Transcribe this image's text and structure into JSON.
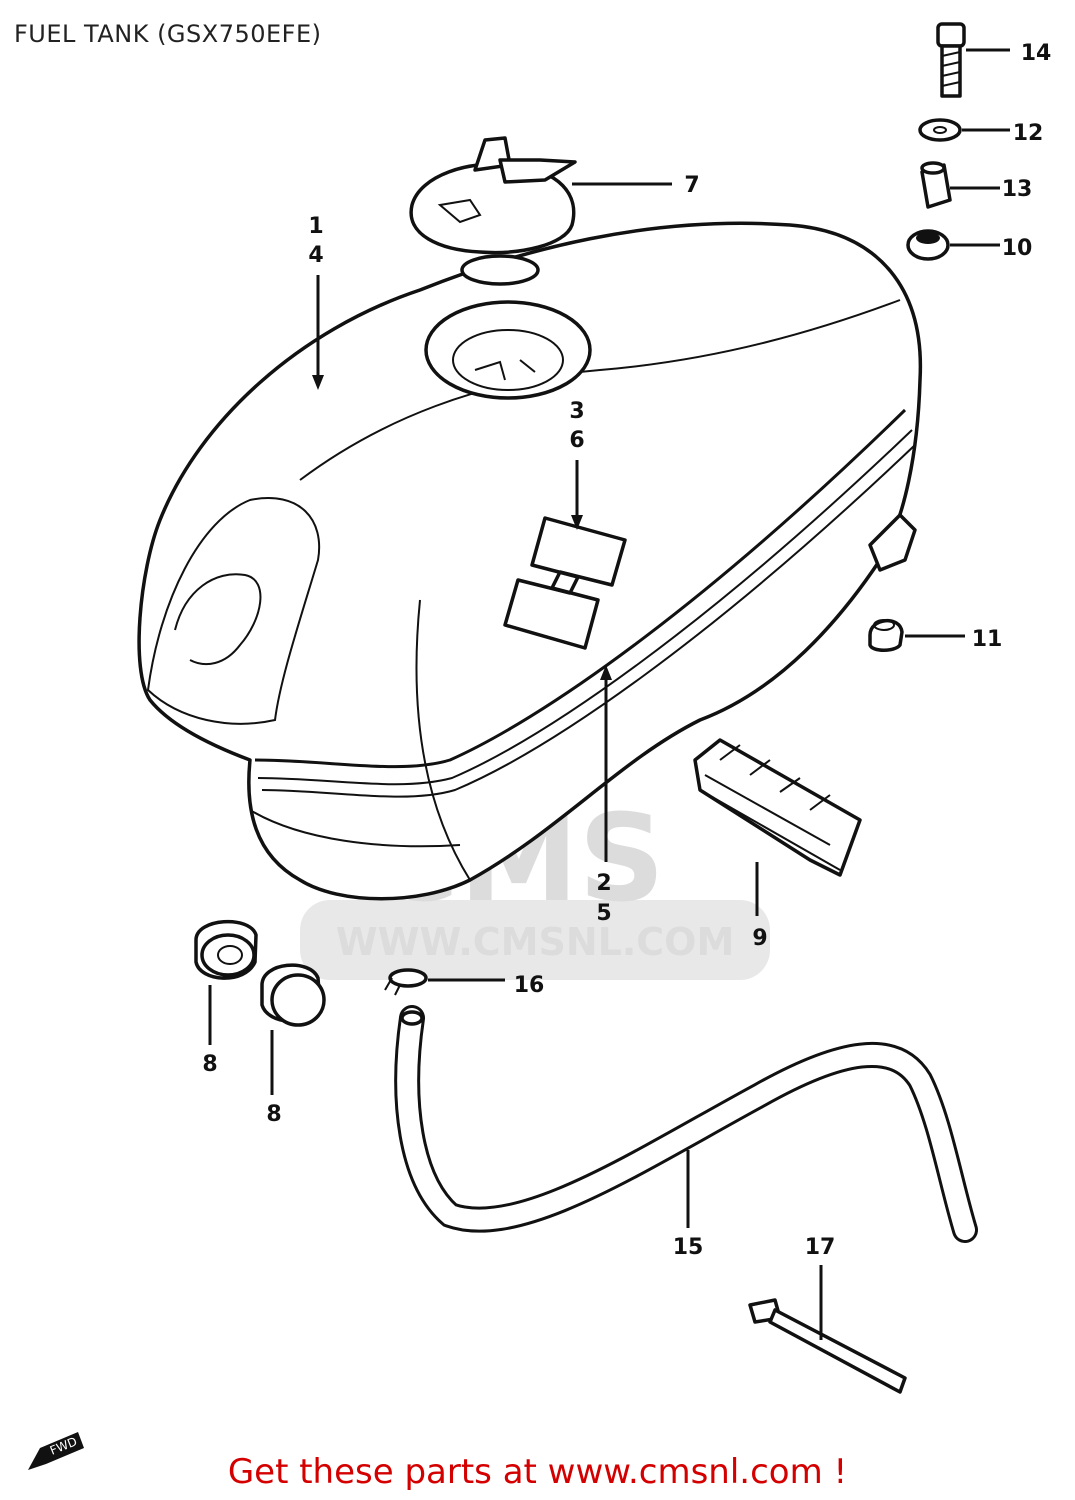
{
  "title": "FUEL TANK (GSX750EFE)",
  "footer": "Get these parts at www.cmsnl.com !",
  "watermark": {
    "logo": "CMS",
    "url": "WWW.CMSNL.COM"
  },
  "fwd_label": "FWD",
  "callouts": {
    "c1": "1",
    "c4": "4",
    "c3": "3",
    "c6": "6",
    "c2": "2",
    "c5": "5",
    "c7": "7",
    "c8a": "8",
    "c8b": "8",
    "c9": "9",
    "c10": "10",
    "c11": "11",
    "c12": "12",
    "c13": "13",
    "c14": "14",
    "c15": "15",
    "c16": "16",
    "c17": "17"
  },
  "colors": {
    "footer_text": "#d40000",
    "line_art": "#111111",
    "watermark": "#d9d9d9"
  }
}
